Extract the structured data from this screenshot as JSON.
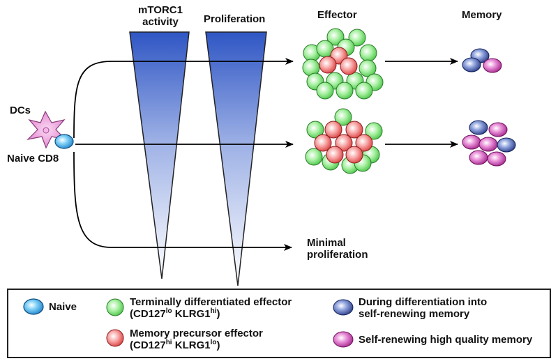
{
  "top_labels": {
    "mtorc1_line1": "mTORC1",
    "mtorc1_line2": "activity",
    "proliferation": "Proliferation",
    "effector": "Effector",
    "memory": "Memory"
  },
  "left_labels": {
    "dcs": "DCs",
    "naive_cd8": "Naive CD8"
  },
  "minimal": {
    "line1": "Minimal",
    "line2": "proliferation"
  },
  "legend": {
    "naive": "Naive",
    "terminal_line1": "Terminally differentiated effector",
    "terminal_cd127": "(CD127",
    "terminal_cd127_sup": "lo",
    "terminal_klrg1": " KLRG1",
    "terminal_klrg1_sup": "hi",
    "terminal_close": ")",
    "memory_prec_line1": "Memory precursor effector",
    "memory_prec_cd127": "(CD127",
    "memory_prec_cd127_sup": "hi",
    "memory_prec_klrg1": " KLRG1",
    "memory_prec_klrg1_sup": "lo",
    "memory_prec_close": ")",
    "during_line1": "During differentiation into",
    "during_line2": "self-renewing memory",
    "self_renewing": "Self-renewing high quality memory"
  },
  "colors": {
    "green_cell": "#7fe07a",
    "red_cell": "#f06868",
    "blue_cell": "#3d57a8",
    "magenta_cell": "#c93aa8",
    "naive_cell": "#2ba3e6",
    "gradient_top": "#2f56c4",
    "gradient_bottom": "#ffffff",
    "dc_color": "#e68ad2"
  }
}
